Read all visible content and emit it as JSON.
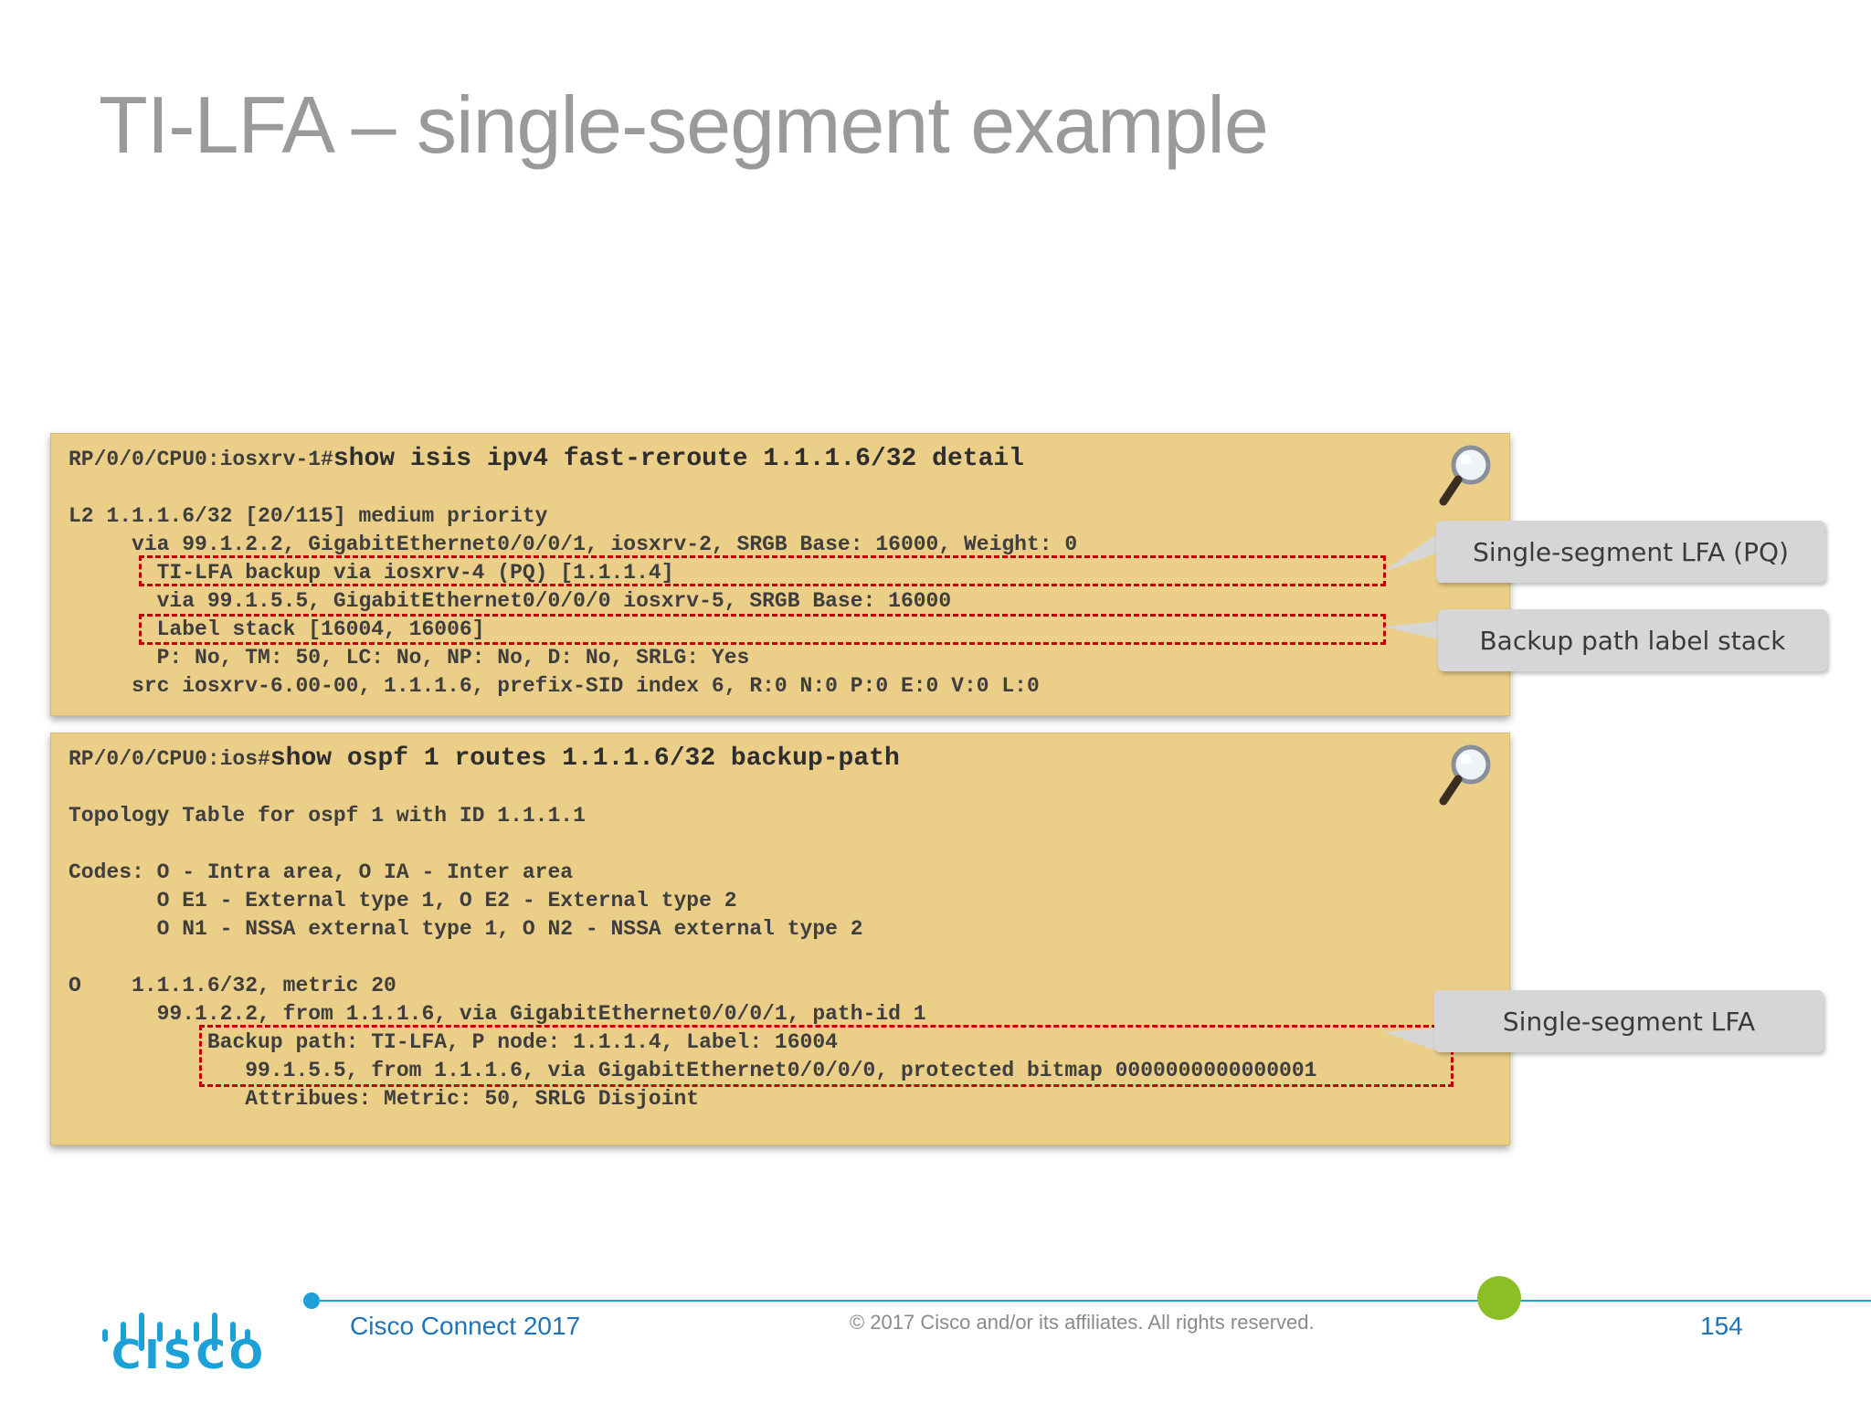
{
  "slide": {
    "title": "TI-LFA – single-segment example"
  },
  "terminal1": {
    "prompt": "RP/0/0/CPU0:iosxrv-1#",
    "command": "show isis ipv4 fast-reroute 1.1.1.6/32 detail",
    "body": "\nL2 1.1.1.6/32 [20/115] medium priority\n     via 99.1.2.2, GigabitEthernet0/0/0/1, iosxrv-2, SRGB Base: 16000, Weight: 0\n       TI-LFA backup via iosxrv-4 (PQ) [1.1.1.4]\n       via 99.1.5.5, GigabitEthernet0/0/0/0 iosxrv-5, SRGB Base: 16000\n       Label stack [16004, 16006]\n       P: No, TM: 50, LC: No, NP: No, D: No, SRLG: Yes\n     src iosxrv-6.00-00, 1.1.1.6, prefix-SID index 6, R:0 N:0 P:0 E:0 V:0 L:0"
  },
  "terminal2": {
    "prompt": "RP/0/0/CPU0:ios#",
    "command": "show ospf 1 routes 1.1.1.6/32 backup-path",
    "body": "\nTopology Table for ospf 1 with ID 1.1.1.1\n\nCodes: O - Intra area, O IA - Inter area\n       O E1 - External type 1, O E2 - External type 2\n       O N1 - NSSA external type 1, O N2 - NSSA external type 2\n\nO    1.1.1.6/32, metric 20\n       99.1.2.2, from 1.1.1.6, via GigabitEthernet0/0/0/1, path-id 1\n           Backup path: TI-LFA, P node: 1.1.1.4, Label: 16004\n              99.1.5.5, from 1.1.1.6, via GigabitEthernet0/0/0/0, protected bitmap 0000000000000001\n              Attribues: Metric: 50, SRLG Disjoint"
  },
  "callouts": {
    "pq": "Single-segment LFA (PQ)",
    "label_stack": "Backup path label stack",
    "lfa": "Single-segment LFA"
  },
  "footer": {
    "event": "Cisco Connect 2017",
    "copyright": "© 2017  Cisco and/or its affiliates. All rights reserved.",
    "page_number": "154",
    "logo_text": "CISCO"
  },
  "colors": {
    "terminal_bg": "#ebce87",
    "highlight": "#c00000",
    "callout_bg": "#d6d6d6",
    "accent_blue": "#1ba0d7",
    "accent_green": "#8cbf26"
  },
  "icons": [
    "magnifier-icon",
    "cisco-logo"
  ]
}
